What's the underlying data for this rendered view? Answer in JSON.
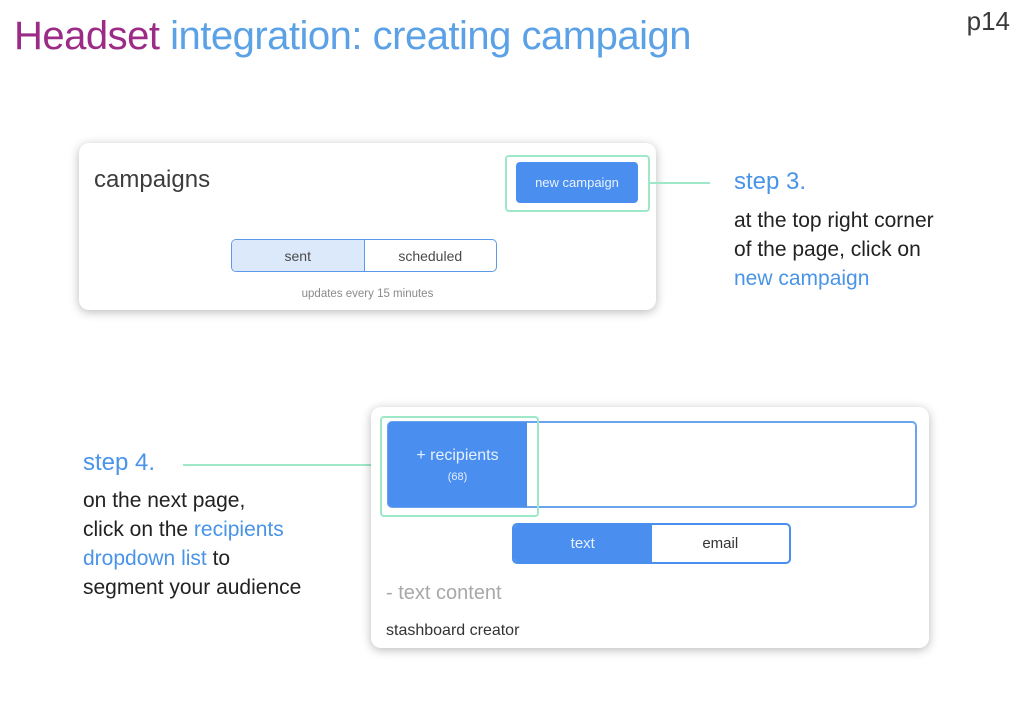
{
  "header": {
    "title_part1": "Headset",
    "title_part2": " integration: creating campaign",
    "page_number": "p14"
  },
  "colors": {
    "title_purple": "#9c2b86",
    "accent_blue": "#4a94e8",
    "button_blue": "#4a8ff0",
    "highlight_green": "#9ee8c8"
  },
  "campaigns_card": {
    "title": "campaigns",
    "new_campaign_button": "new campaign",
    "tabs": [
      "sent",
      "scheduled"
    ],
    "active_tab": "sent",
    "updates_note": "updates every 15 minutes"
  },
  "step3": {
    "heading": "step 3.",
    "body_line1": "at the top right corner",
    "body_line2": "of the page, click on",
    "body_link": "new campaign"
  },
  "step4": {
    "heading": "step 4.",
    "body_line1": "on the next page,",
    "body_prefix": "click on the ",
    "body_link1": "recipients",
    "body_link2": "dropdown list",
    "body_suffix": " to",
    "body_line4": "segment your audience"
  },
  "new_campaign_card": {
    "recipients_button": "+ recipients",
    "recipients_count": "(68)",
    "tabs": [
      "text",
      "email"
    ],
    "active_tab": "text",
    "text_content_label": "- text content",
    "creator_label": "stashboard creator"
  }
}
